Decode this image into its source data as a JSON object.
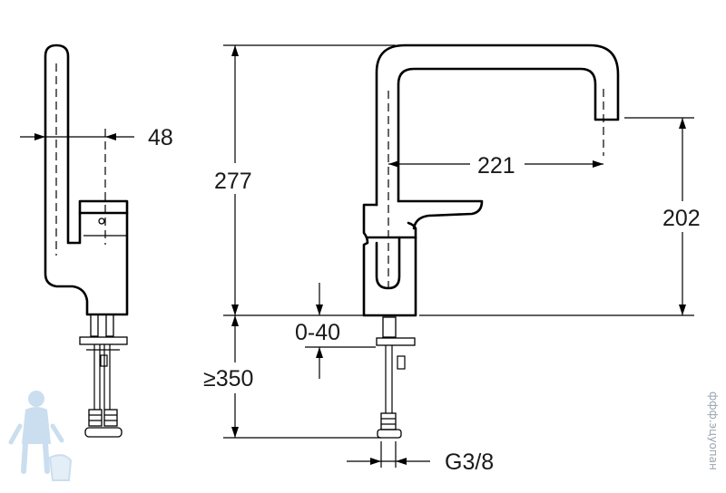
{
  "dimensions": {
    "side_offset": "48",
    "total_height": "277",
    "spout_reach": "221",
    "spout_height": "202",
    "deck_thickness": "0-40",
    "hose_length": "≥350",
    "connection": "G3/8"
  },
  "watermark": {
    "text": "ффф.эцуопан",
    "mascot_icon": "plumber-mascot-icon"
  },
  "colors": {
    "line": "#000000",
    "text": "#1a1a1a",
    "watermark": "#9aa4ae",
    "mascot": "#b9d3ea"
  }
}
